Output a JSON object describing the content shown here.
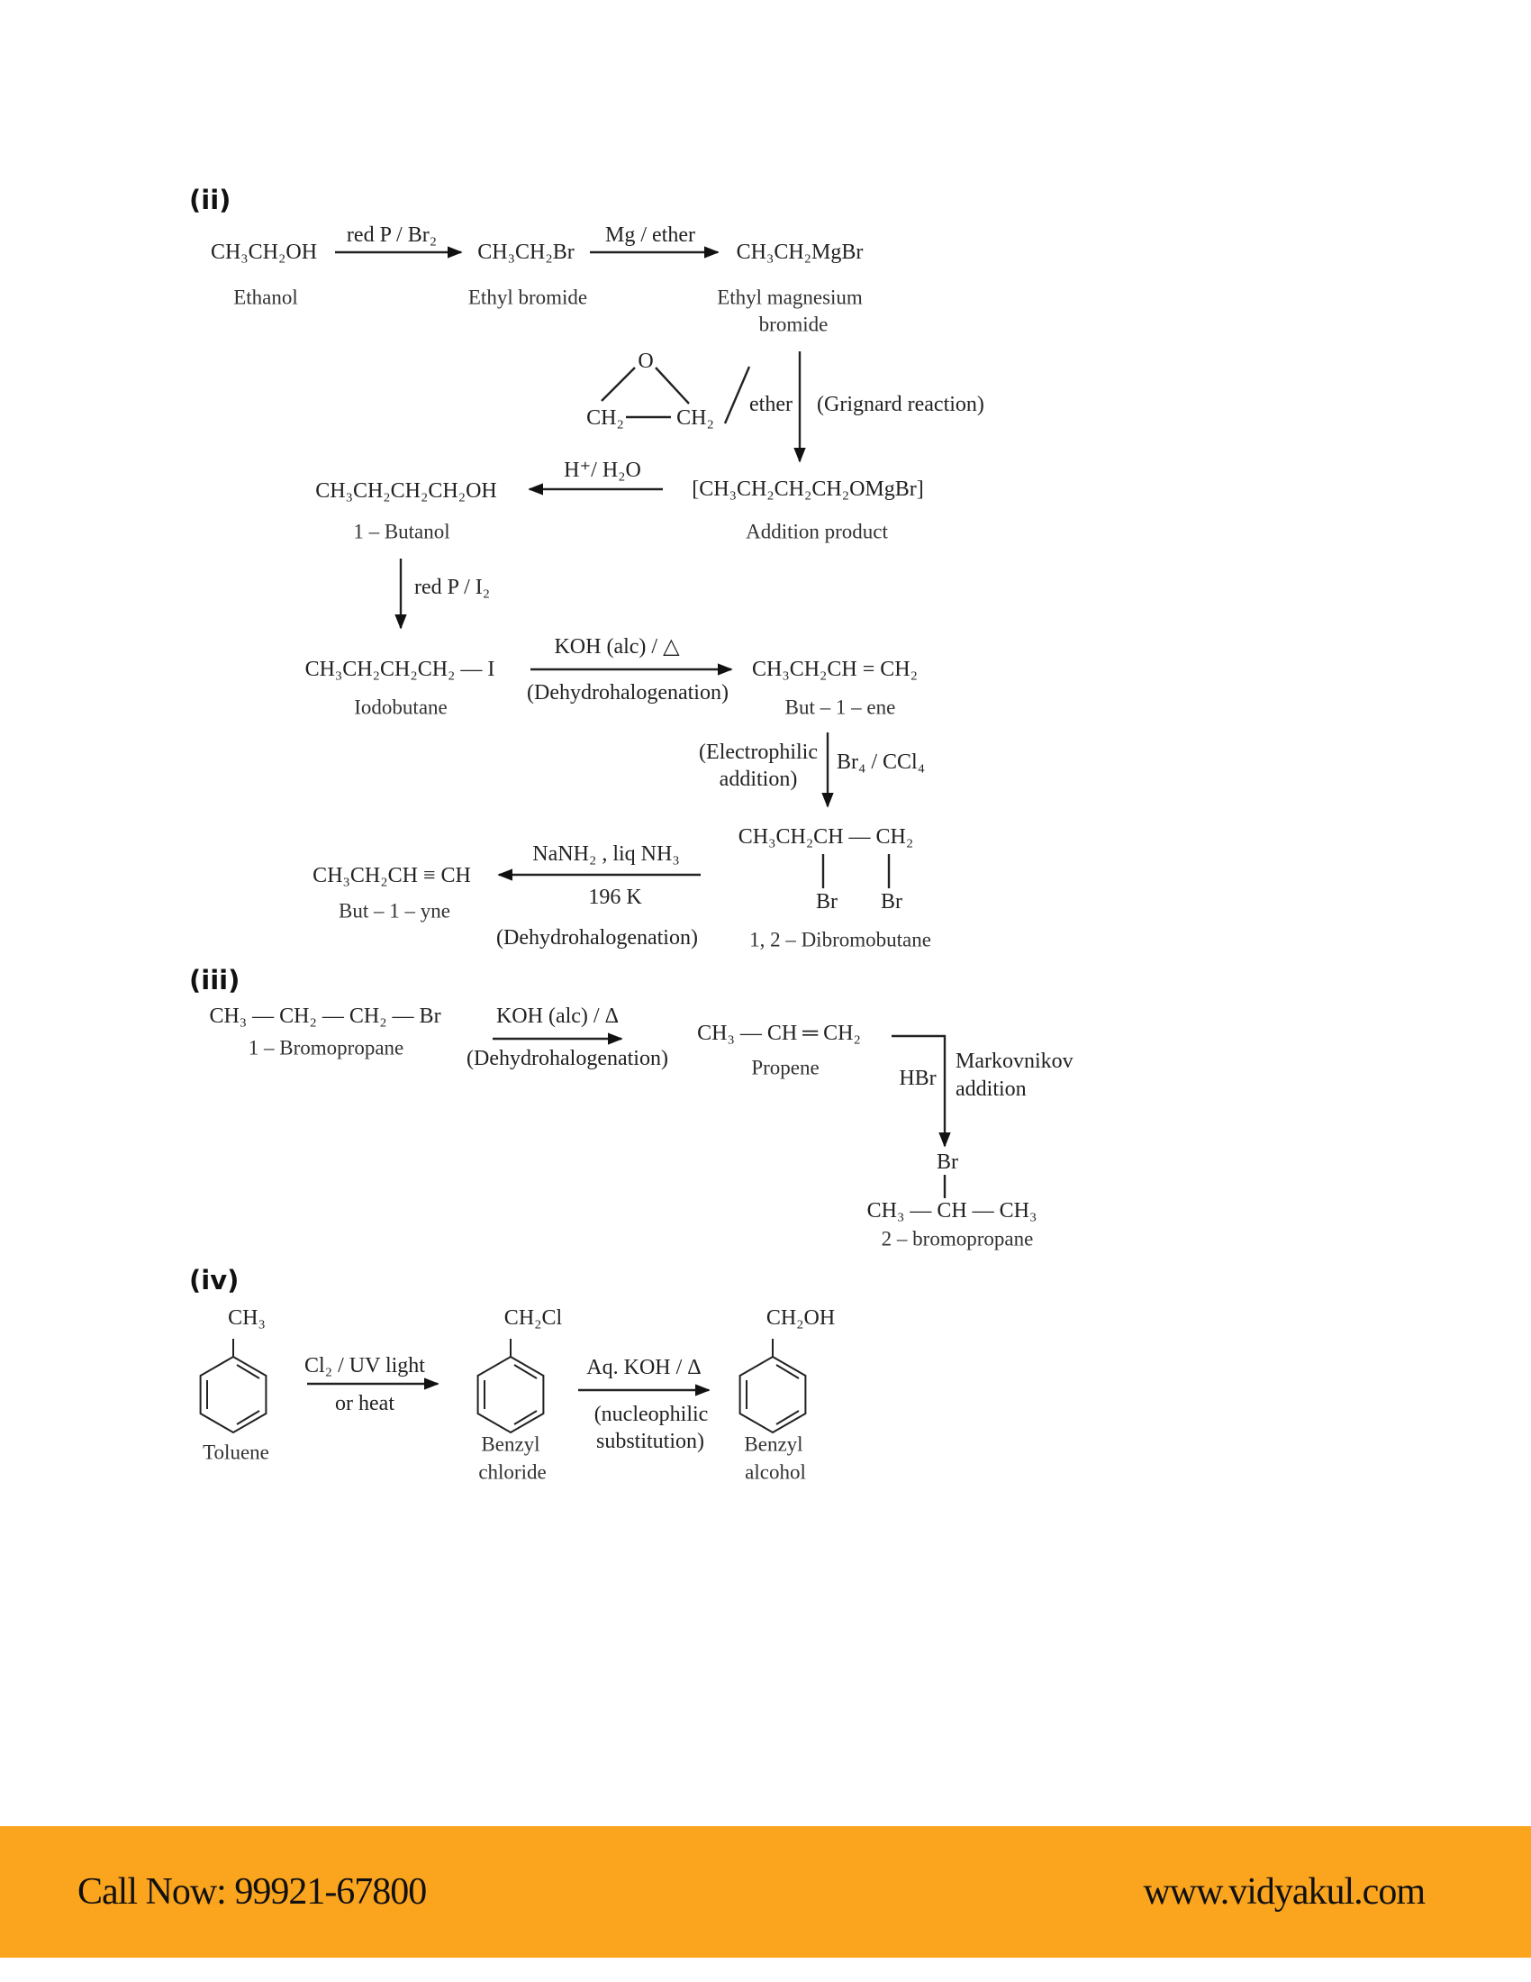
{
  "sections": {
    "ii": {
      "label": "(ii)",
      "ethanol": "CH₃CH₂OH",
      "ethanol_name": "Ethanol",
      "step1_reagent": "red P / Br₂",
      "ethyl_bromide": "CH₃CH₂Br",
      "ethyl_bromide_name": "Ethyl bromide",
      "step2_reagent": "Mg / ether",
      "grignard": "CH₃CH₂MgBr",
      "grignard_name_1": "Ethyl magnesium",
      "grignard_name_2": "bromide",
      "epoxide_o": "O",
      "epoxide_ch2_left": "CH₂",
      "epoxide_ch2_right": "CH₂",
      "step3_solvent": "ether",
      "step3_note": "(Grignard reaction)",
      "addition_product": "[CH₃CH₂CH₂CH₂OMgBr]",
      "addition_product_name": "Addition product",
      "step4_reagent": "H⁺/ H₂O",
      "butanol": "CH₃CH₂CH₂CH₂OH",
      "butanol_name": "1 – Butanol",
      "step5_reagent": "red P / I₂",
      "iodobutane": "CH₃CH₂CH₂CH₂ — I",
      "iodobutane_name": "Iodobutane",
      "step6_reagent": "KOH (alc) / △",
      "step6_note": "(Dehydrohalogenation)",
      "butene": "CH₃CH₂CH = CH₂",
      "butene_name": "But – 1 – ene",
      "step7_note_1": "(Electrophilic",
      "step7_note_2": "addition)",
      "step7_reagent": "Br₄ / CCl₄",
      "dibromo": "CH₃CH₂CH — CH₂",
      "dibromo_br1": "Br",
      "dibromo_br2": "Br",
      "dibromo_name": "1, 2 – Dibromobutane",
      "step8_reagent": "NaNH₂ , liq  NH₃",
      "step8_temp": "196 K",
      "step8_note": "(Dehydrohalogenation)",
      "butyne": "CH₃CH₂CH ≡ CH",
      "butyne_name": "But – 1 – yne"
    },
    "iii": {
      "label": "(iii)",
      "bromopropane": "CH₃ — CH₂ — CH₂ — Br",
      "bromopropane_name": "1 – Bromopropane",
      "step1_reagent": "KOH (alc) / Δ",
      "step1_note": "(Dehydrohalogenation)",
      "propene": "CH₃ — CH ═ CH₂",
      "propene_name": "Propene",
      "step2_reagent": "HBr",
      "step2_note_1": "Markovnikov",
      "step2_note_2": "addition",
      "product_br": "Br",
      "product": "CH₃ — CH — CH₃",
      "product_name": "2 – bromopropane"
    },
    "iv": {
      "label": "(iv)",
      "toluene_sub": "CH₃",
      "toluene_name": "Toluene",
      "step1_reagent": "Cl₂ / UV  light",
      "step1_note": "or heat",
      "benzyl_chloride_sub": "CH₂Cl",
      "benzyl_chloride_name_1": "Benzyl",
      "benzyl_chloride_name_2": "chloride",
      "step2_reagent": "Aq. KOH  / Δ",
      "step2_note_1": "(nucleophilic",
      "step2_note_2": "substitution)",
      "benzyl_alcohol_sub": "CH₂OH",
      "benzyl_alcohol_name_1": "Benzyl",
      "benzyl_alcohol_name_2": "alcohol"
    }
  },
  "footer": {
    "phone": "Call Now: 99921-67800",
    "website": "www.vidyakul.com",
    "color": "#fba51e"
  }
}
